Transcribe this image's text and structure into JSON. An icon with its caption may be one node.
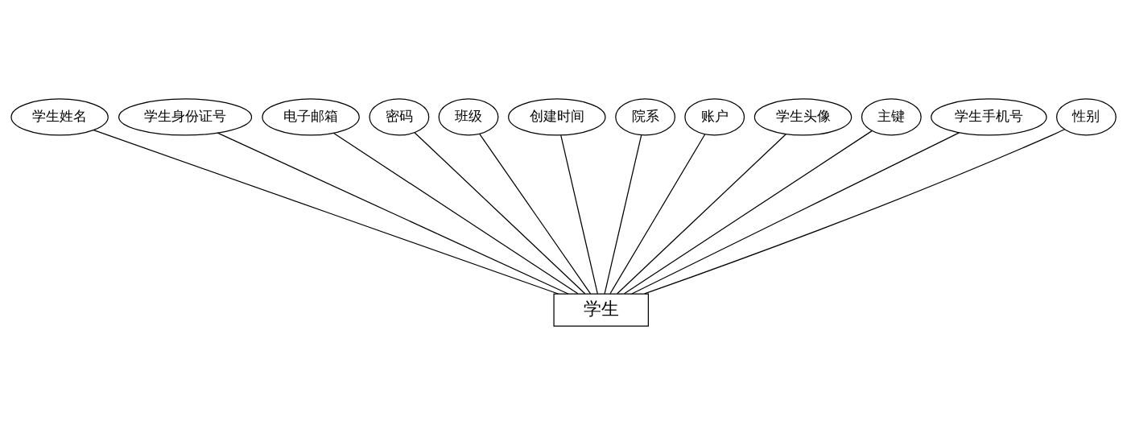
{
  "diagram": {
    "nodes": [
      {
        "text": [
          "学生"
        ]
      },
      {
        "text": [
          "学生姓名"
        ]
      },
      {
        "text": [
          "学生身份证号"
        ]
      },
      {
        "text": [
          "电子邮箱"
        ]
      },
      {
        "text": [
          "密码"
        ]
      },
      {
        "text": [
          "班级"
        ]
      },
      {
        "text": [
          "创建时间"
        ]
      },
      {
        "text": [
          "院系"
        ]
      },
      {
        "text": [
          "账户"
        ]
      },
      {
        "text": [
          "学生头像"
        ]
      },
      {
        "text": [
          "主键"
        ]
      },
      {
        "text": [
          "学生手机号"
        ]
      },
      {
        "text": [
          "性别"
        ]
      }
    ],
    "edges": [
      {
        "from": 0,
        "to": 1,
        "arrow": "none"
      },
      {
        "from": 0,
        "to": 2,
        "arrow": "none"
      },
      {
        "from": 0,
        "to": 3,
        "arrow": "none"
      },
      {
        "from": 0,
        "to": 4,
        "arrow": "none"
      },
      {
        "from": 0,
        "to": 5,
        "arrow": "none"
      },
      {
        "from": 0,
        "to": 6,
        "arrow": "none"
      },
      {
        "from": 0,
        "to": 7,
        "arrow": "none"
      },
      {
        "from": 0,
        "to": 8,
        "arrow": "none"
      },
      {
        "from": 0,
        "to": 9,
        "arrow": "none"
      },
      {
        "from": 0,
        "to": 10,
        "arrow": "none"
      },
      {
        "from": 0,
        "to": 11,
        "arrow": "none"
      },
      {
        "from": 0,
        "to": 12,
        "arrow": "none"
      }
    ]
  }
}
